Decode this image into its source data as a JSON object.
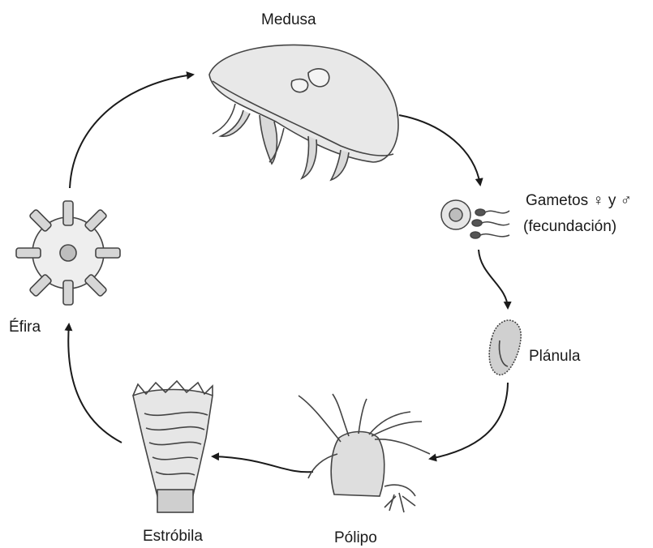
{
  "diagram": {
    "stages": {
      "medusa": "Medusa",
      "gametos": "Gametos ♀ y ♂",
      "fecundacion": "(fecundación)",
      "planula": "Plánula",
      "polipo": "Pólipo",
      "estrobila": "Estróbila",
      "efira": "Éfira"
    }
  }
}
